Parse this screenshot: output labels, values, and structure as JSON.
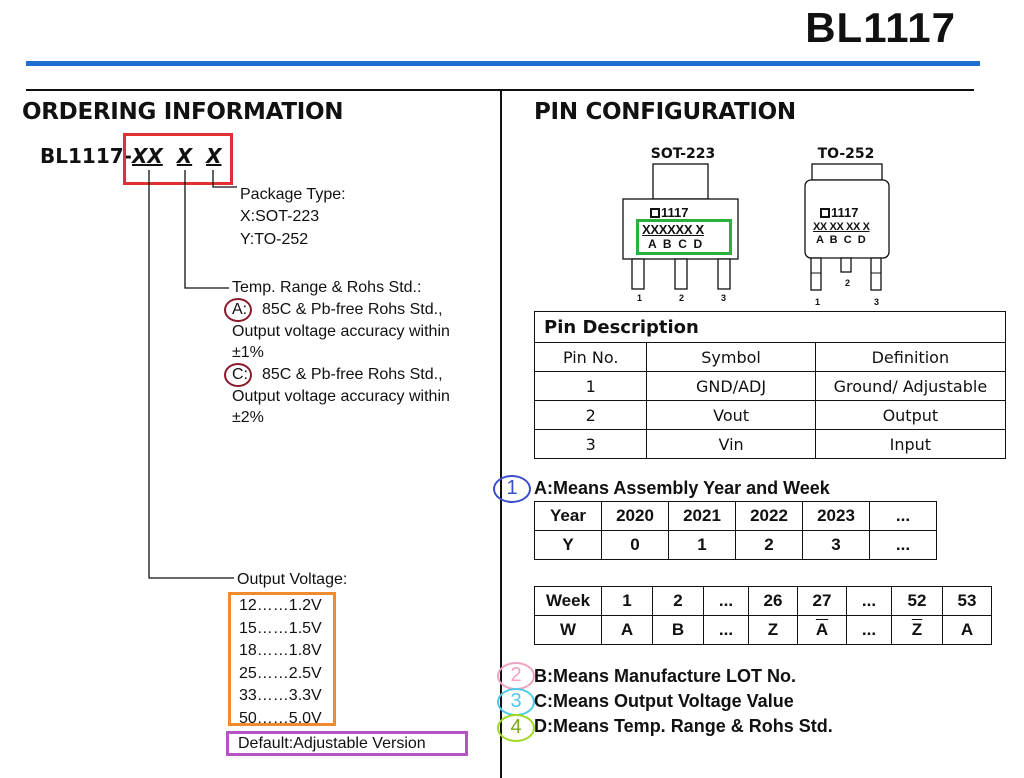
{
  "header": {
    "title": "BL1117"
  },
  "ordering": {
    "title": "ORDERING INFORMATION",
    "part_prefix": "BL1117-",
    "part_x1": "XX",
    "part_x2": "X",
    "part_x3": "X",
    "package": {
      "label": "Package Type:",
      "items": [
        "X:SOT-223",
        "Y:TO-252"
      ]
    },
    "temp": {
      "label": "Temp. Range & Rohs Std.:",
      "a_letter": "A:",
      "a_lines": [
        "85C & Pb-free Rohs Std.,",
        "Output voltage accuracy within",
        "±1%"
      ],
      "c_letter": "C:",
      "c_lines": [
        "85C & Pb-free Rohs Std.,",
        "Output voltage accuracy within",
        "±2%"
      ]
    },
    "voltage": {
      "label": "Output Voltage:",
      "items": [
        "12……1.2V",
        "15……1.5V",
        "18……1.8V",
        "25……2.5V",
        "33……3.3V",
        "50……5.0V"
      ],
      "default": "Default:Adjustable Version"
    }
  },
  "pin_config": {
    "title": "PIN CONFIGURATION",
    "sot": {
      "name": "SOT-223",
      "mark": "1117",
      "code": "XXXXXX X",
      "letters": "A  B  C  D",
      "pins": [
        "1",
        "2",
        "3"
      ]
    },
    "to": {
      "name": "TO-252",
      "mark": "1117",
      "code": "XX XX XX X",
      "letters": "A  B  C  D",
      "pins": [
        "1",
        "2",
        "3"
      ]
    }
  },
  "pin_description": {
    "title": "Pin Description",
    "headers": [
      "Pin No.",
      "Symbol",
      "Definition"
    ],
    "rows": [
      [
        "1",
        "GND/ADJ",
        "Ground/ Adjustable"
      ],
      [
        "2",
        "Vout",
        "Output"
      ],
      [
        "3",
        "Vin",
        "Input"
      ]
    ]
  },
  "notes": {
    "a": {
      "num": "1",
      "text": "A:Means Assembly Year and Week"
    },
    "b": {
      "num": "2",
      "text": "B:Means Manufacture LOT No."
    },
    "c": {
      "num": "3",
      "text": "C:Means Output Voltage Value"
    },
    "d": {
      "num": "4",
      "text": "D:Means Temp. Range & Rohs Std."
    }
  },
  "year_table": {
    "row1": [
      "Year",
      "2020",
      "2021",
      "2022",
      "2023",
      "..."
    ],
    "row2": [
      "Y",
      "0",
      "1",
      "2",
      "3",
      "..."
    ]
  },
  "week_table": {
    "row1": [
      "Week",
      "1",
      "2",
      "...",
      "26",
      "27",
      "...",
      "52",
      "53"
    ],
    "row2": [
      "W",
      "A",
      "B",
      "...",
      "Z",
      "A",
      "...",
      "Z",
      "A"
    ]
  },
  "colors": {
    "blue_bar": "#1f6fd0",
    "red_box": "#e03030",
    "maroon_ring": "#8b1a2b",
    "orange_box": "#f28a30",
    "purple_box": "#b552c4",
    "green_box": "#28b040",
    "ring1": "#3a4fc8",
    "ring2": "#f0a0c0",
    "ring3": "#50c8e8",
    "ring4": "#a0d820"
  }
}
